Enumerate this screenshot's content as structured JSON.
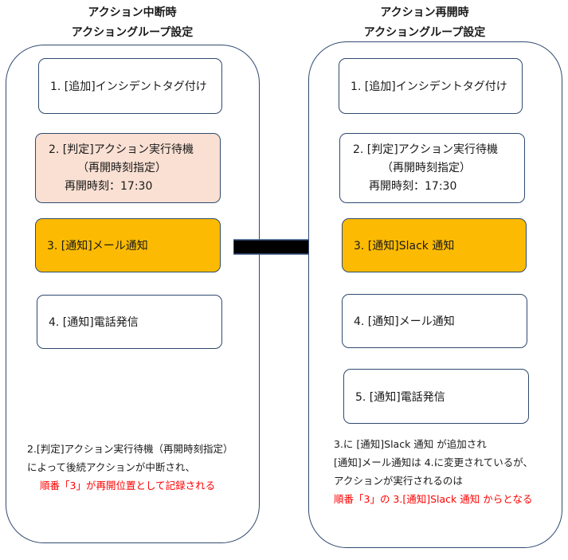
{
  "left": {
    "title_line1": "アクション中断時",
    "title_line2": "アクショングループ設定",
    "step1": "1. [追加]インシデントタグ付け",
    "step2_line1": "2. [判定]アクション実行待機",
    "step2_line2": "（再開時刻指定）",
    "step2_line3": "再開時刻：17:30",
    "step3": "3. [通知]メール通知",
    "step4": "4. [通知]電話発信",
    "note_line1": "2.[判定]アクション実行待機（再開時刻指定）",
    "note_line2": "によって後続アクションが中断され、",
    "note_line3": "順番「3」が再開位置として記録される"
  },
  "right": {
    "title_line1": "アクション再開時",
    "title_line2": "アクショングループ設定",
    "step1": "1. [追加]インシデントタグ付け",
    "step2_line1": "2. [判定]アクション実行待機",
    "step2_line2": "（再開時刻指定）",
    "step2_line3": "再開時刻：17:30",
    "step3": "3. [通知]Slack 通知",
    "step4": "4. [通知]メール通知",
    "step5": "5. [通知]電話発信",
    "note_line1": "3.に [通知]Slack 通知 が追加され",
    "note_line2": "[通知]メール通知は 4.に変更されているが、",
    "note_line3": "アクションが実行されるのは",
    "note_line4": "順番「3」の 3.[通知]Slack 通知 からとなる"
  },
  "colors": {
    "border": "#2f4a70",
    "highlight": "#fcbb02",
    "waiting": "#f9e0d3",
    "emphasis": "#ff0000",
    "arrow": "#000000"
  }
}
